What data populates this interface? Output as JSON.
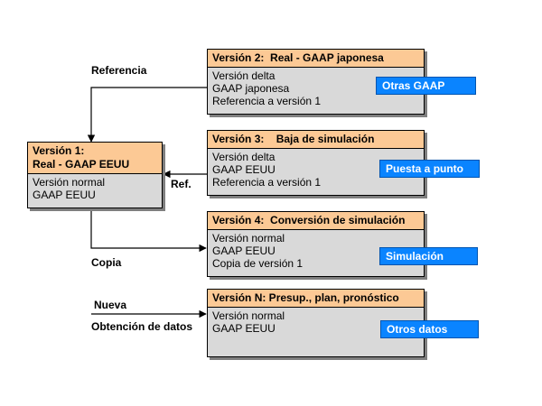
{
  "boxes": {
    "v1": {
      "title": "Versión 1:\nReal - GAAP EEUU",
      "lines": [
        "Versión normal",
        "GAAP EEUU"
      ]
    },
    "v2": {
      "title": "Versión 2:  Real - GAAP japonesa",
      "lines": [
        "Versión delta",
        "GAAP japonesa",
        "Referencia a versión 1"
      ],
      "tag": "Otras GAAP"
    },
    "v3": {
      "title": "Versión 3:    Baja de simulación",
      "lines": [
        "Versión delta",
        "GAAP EEUU",
        "Referencia a versión 1"
      ],
      "tag": "Puesta a punto"
    },
    "v4": {
      "title": "Versión 4:  Conversión de simulación",
      "lines": [
        "Versión normal",
        "GAAP EEUU",
        "Copia de versión 1"
      ],
      "tag": "Simulación"
    },
    "vn": {
      "title": "Versión N: Presup., plan, pronóstico",
      "lines": [
        "Versión normal",
        "GAAP EEUU"
      ],
      "tag": "Otros datos"
    }
  },
  "labels": {
    "referencia": "Referencia",
    "ref": "Ref.",
    "copia": "Copia",
    "nueva": "Nueva",
    "obtencion": "Obtención de datos"
  }
}
